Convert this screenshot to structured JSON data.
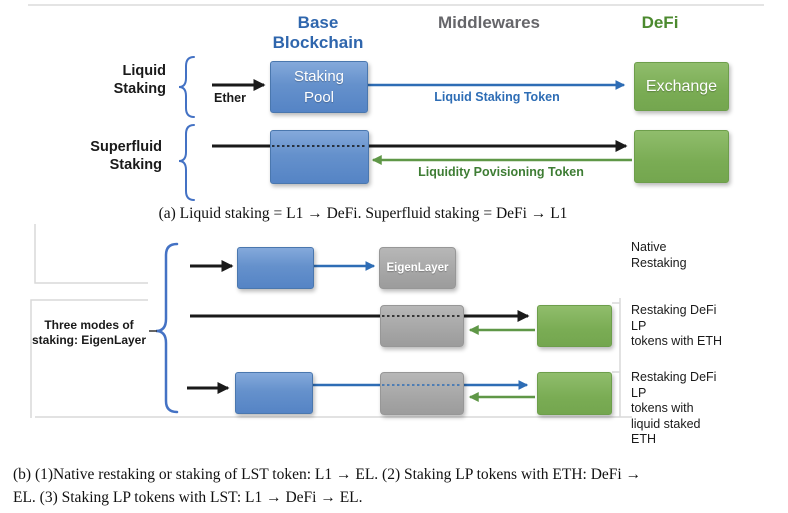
{
  "headers": {
    "base_blockchain": "Base Blockchain",
    "middlewares": "Middlewares",
    "defi": "DeFi"
  },
  "panel_a": {
    "liquid_label": "Liquid\nStaking",
    "superfluid_label": "Superfluid\nStaking",
    "ether_label": "Ether",
    "staking_pool_box": "Staking\nPool",
    "exchange_box": "Exchange",
    "lst_arrow_label": "Liquid Staking Token",
    "lp_arrow_label": "Liquidity Povisioning Token",
    "caption": "(a) Liquid staking = L1 → DeFi. Superfluid staking = DeFi → L1"
  },
  "panel_b": {
    "brace_label": "Three modes of\nstaking: EigenLayer",
    "eigenlayer_box": "EigenLayer",
    "row_labels": [
      "Native\nRestaking",
      "Restaking DeFi\nLP\ntokens with ETH",
      "Restaking DeFi\nLP\ntokens with\nliquid staked\nETH"
    ],
    "caption": "(b) (1)Native restaking or staking of LST token: L1 → EL. (2) Staking LP tokens with ETH: DeFi →\nEL. (3) Staking LP tokens with LST: L1 → DeFi → EL."
  },
  "colors": {
    "header_blue": "#2f66ad",
    "header_gray": "#66666a",
    "header_green": "#4c8a2f",
    "box_blue": "#6591cc",
    "box_green": "#7aac54",
    "box_gray": "#a3a3a3",
    "arrow_black": "#1a1a1a",
    "arrow_blue": "#2e6db5",
    "arrow_green": "#5f9747",
    "brace_blue": "#4472c4",
    "frame_gray": "#d9d9d9"
  }
}
